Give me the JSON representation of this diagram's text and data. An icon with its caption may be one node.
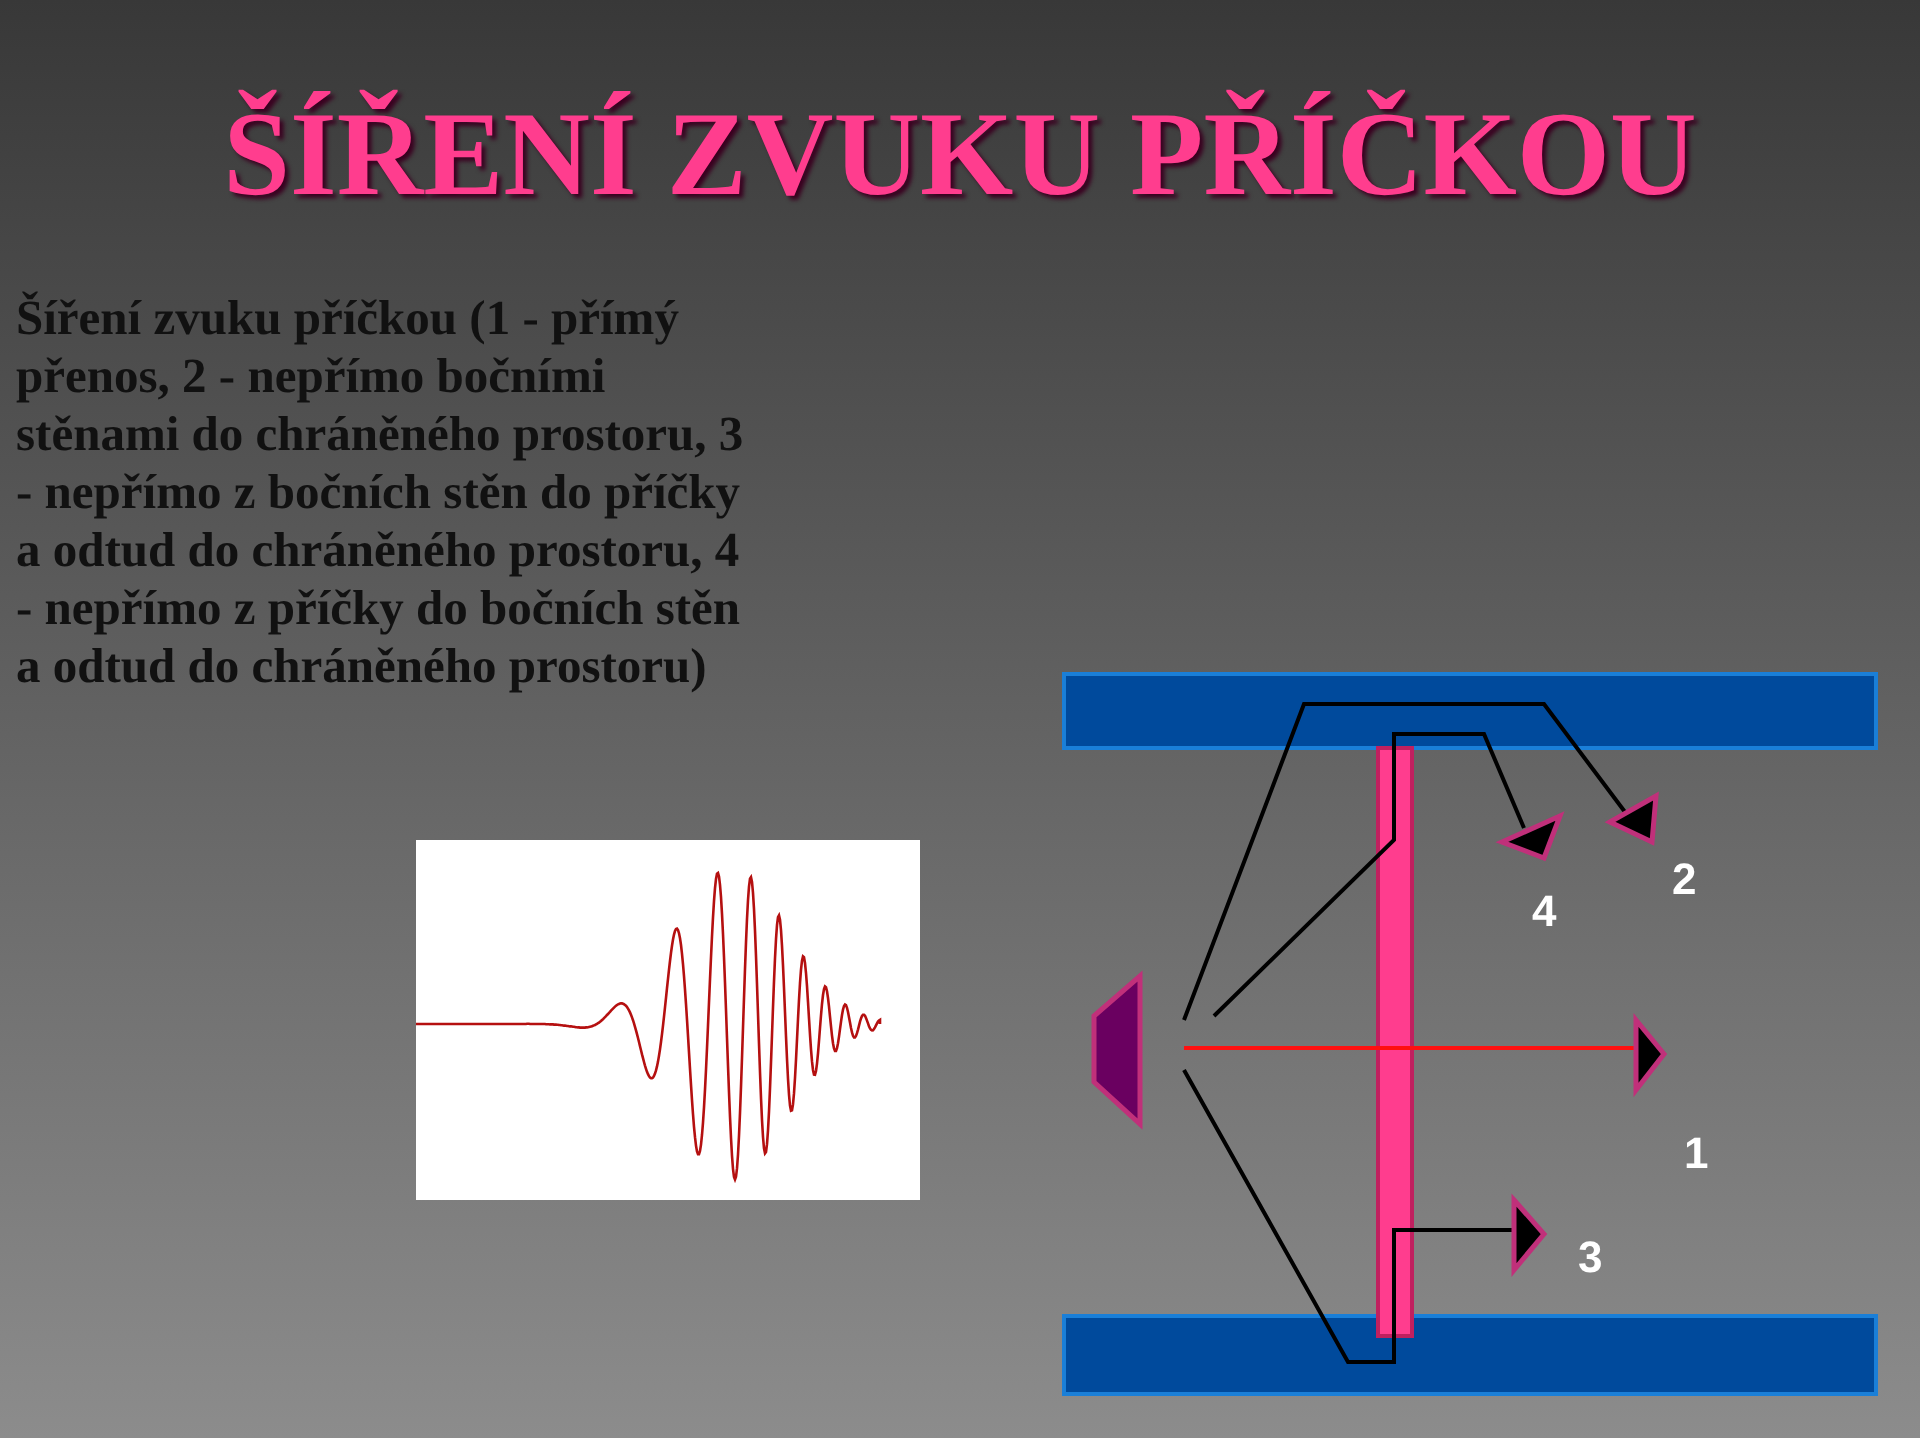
{
  "diagram": {
    "title": "ŠÍŘENÍ ZVUKU PŘÍČKOU",
    "labels": [
      "Šíření zvuku příčkou (1 - přímý přenos, 2 - nepřímo bočními stěnami do chráněného prostoru, 3 - nepřímo z bočních stěn do příčky a odtud do chráněného prostoru, 4 - nepřímo z příčky do bočních stěn a odtud do chráněného prostoru)",
      "2",
      "4",
      "1",
      "3"
    ]
  }
}
